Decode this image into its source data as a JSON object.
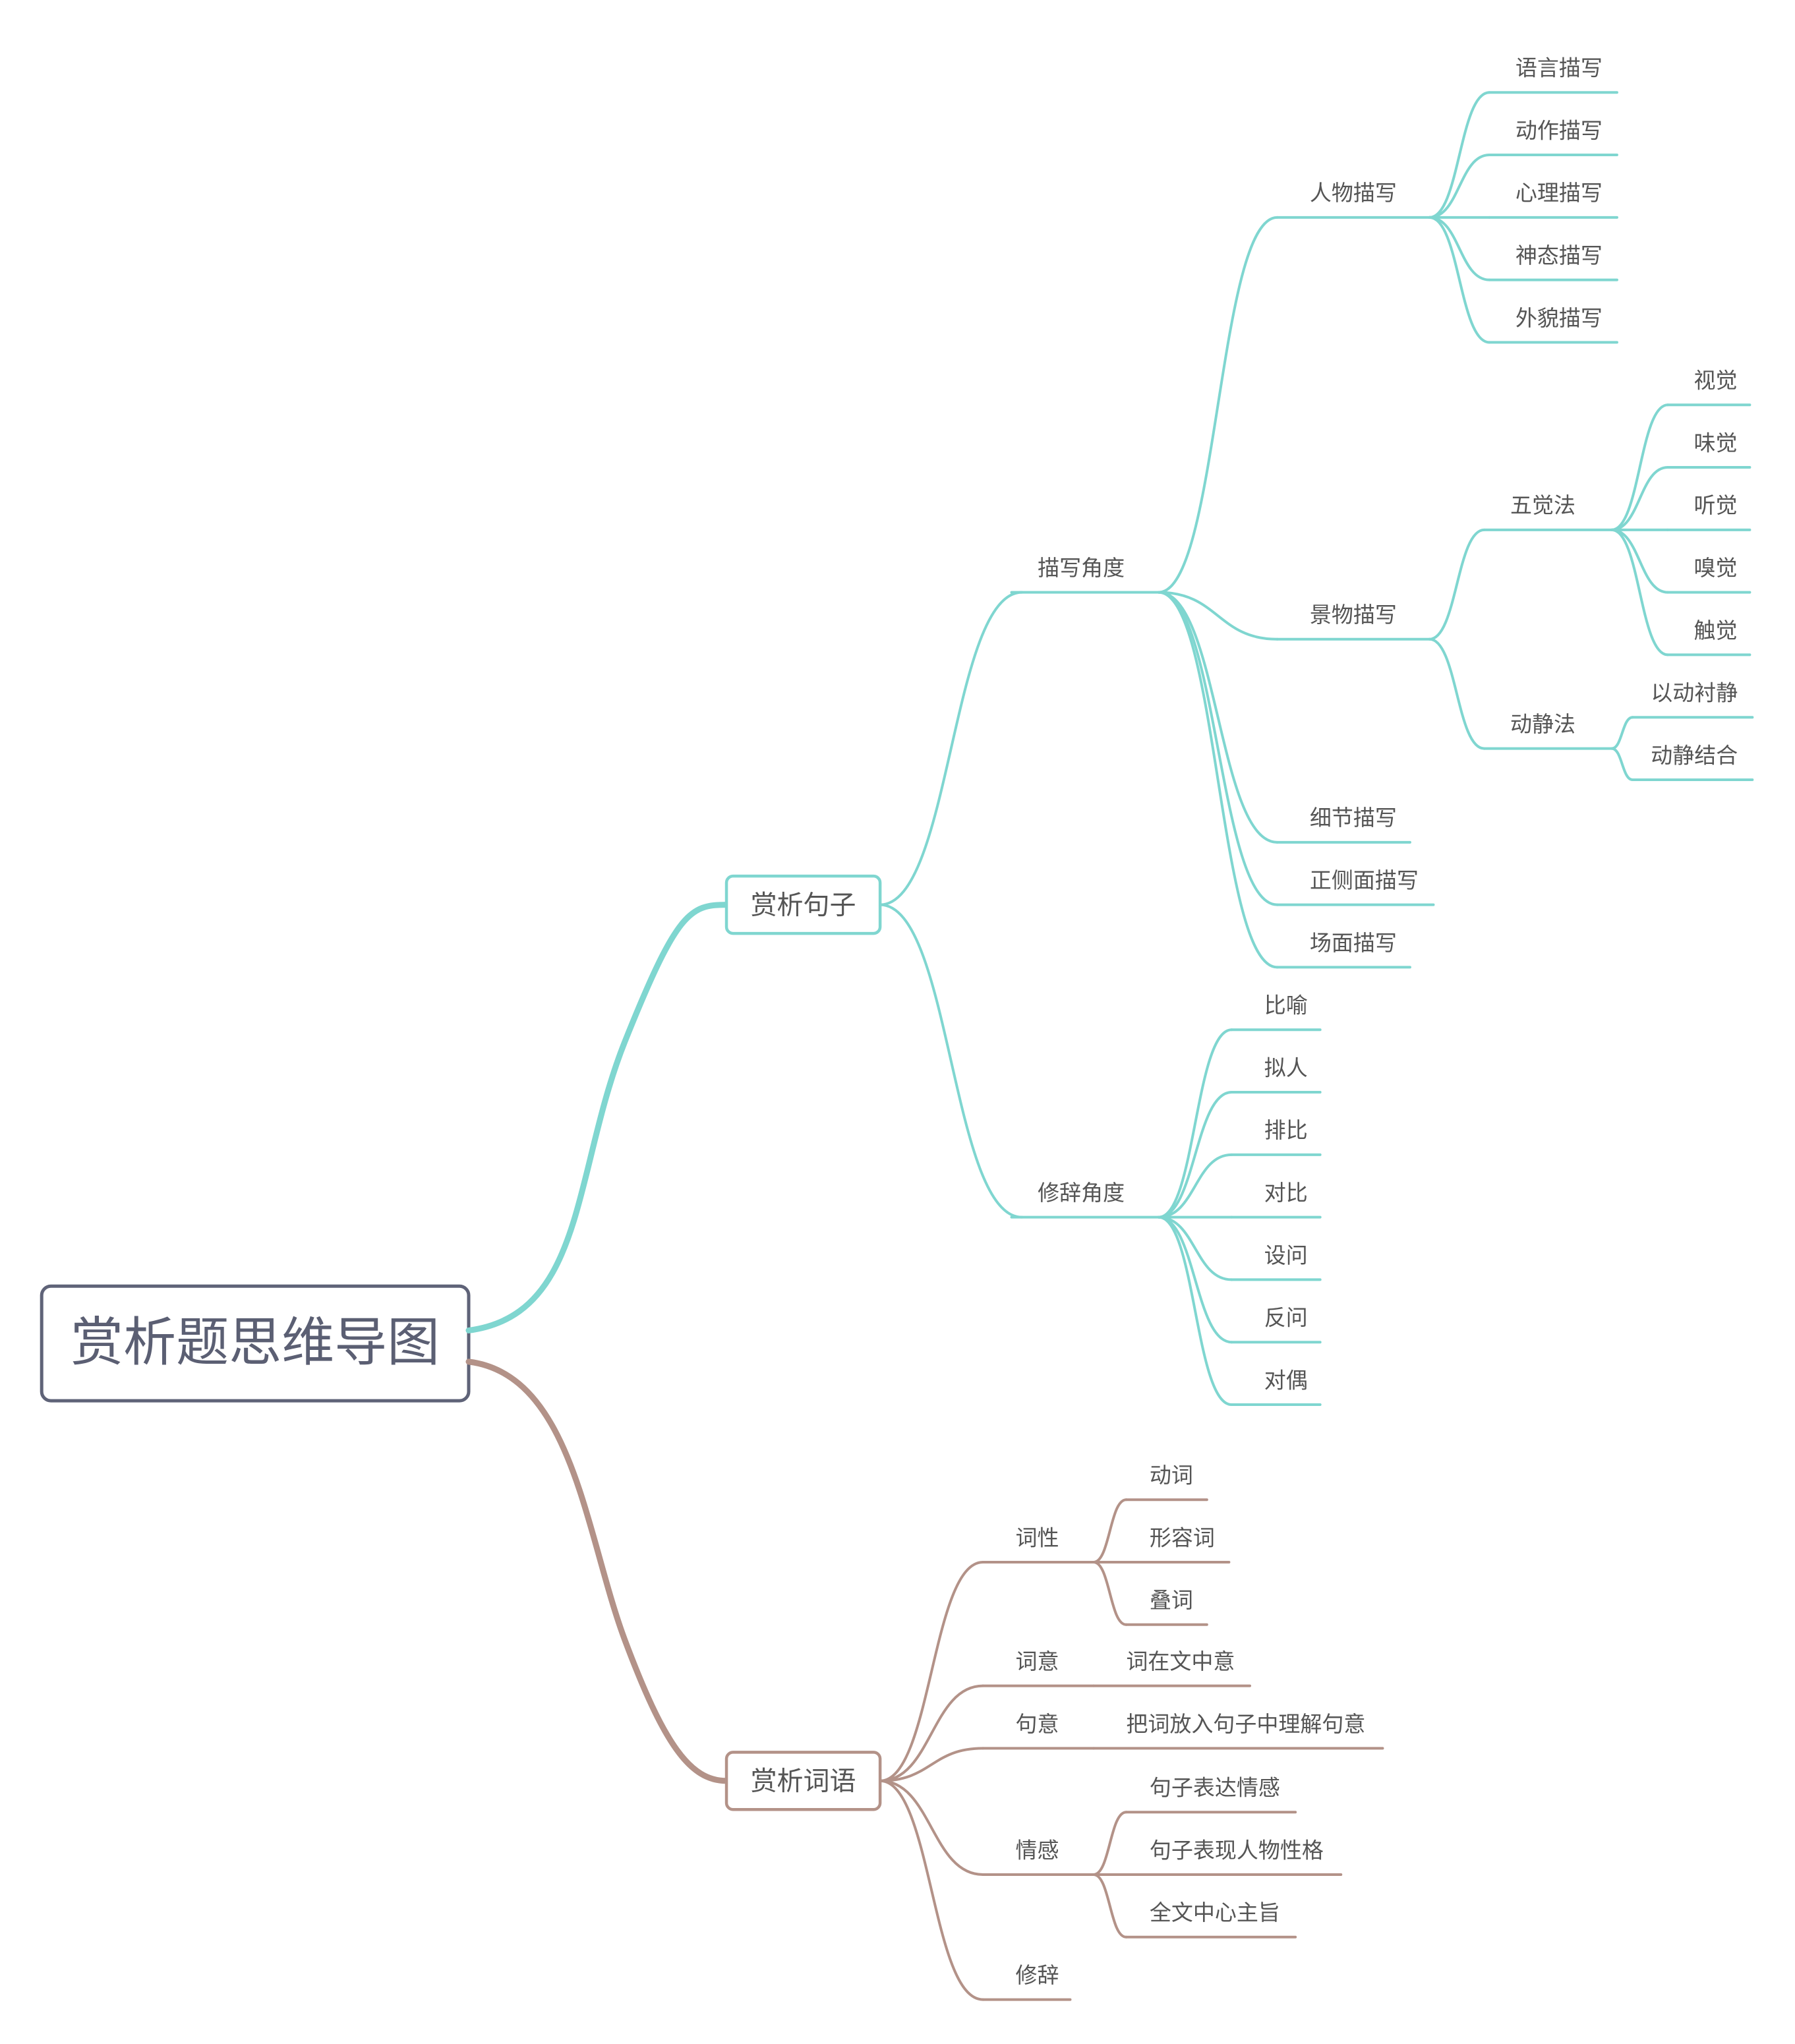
{
  "root": {
    "label": "赏析题思维导图",
    "border_color": "#5f6378"
  },
  "colors": {
    "teal": "#7fd6d0",
    "brown": "#b39288",
    "text": "#555555"
  },
  "branches": [
    {
      "label": "赏析句子",
      "color": "#7fd6d0",
      "children": [
        {
          "label": "描写角度",
          "children": [
            {
              "label": "人物描写",
              "children": [
                {
                  "label": "语言描写"
                },
                {
                  "label": "动作描写"
                },
                {
                  "label": "心理描写"
                },
                {
                  "label": "神态描写"
                },
                {
                  "label": "外貌描写"
                }
              ]
            },
            {
              "label": "景物描写",
              "children": [
                {
                  "label": "五觉法",
                  "children": [
                    {
                      "label": "视觉"
                    },
                    {
                      "label": "味觉"
                    },
                    {
                      "label": "听觉"
                    },
                    {
                      "label": "嗅觉"
                    },
                    {
                      "label": "触觉"
                    }
                  ]
                },
                {
                  "label": "动静法",
                  "children": [
                    {
                      "label": "以动衬静"
                    },
                    {
                      "label": "动静结合"
                    }
                  ]
                }
              ]
            },
            {
              "label": "细节描写"
            },
            {
              "label": "正侧面描写"
            },
            {
              "label": "场面描写"
            }
          ]
        },
        {
          "label": "修辞角度",
          "children": [
            {
              "label": "比喻"
            },
            {
              "label": "拟人"
            },
            {
              "label": "排比"
            },
            {
              "label": "对比"
            },
            {
              "label": "设问"
            },
            {
              "label": "反问"
            },
            {
              "label": "对偶"
            }
          ]
        }
      ]
    },
    {
      "label": "赏析词语",
      "color": "#b39288",
      "children": [
        {
          "label": "词性",
          "children": [
            {
              "label": "动词"
            },
            {
              "label": "形容词"
            },
            {
              "label": "叠词"
            }
          ]
        },
        {
          "label": "词意",
          "children": [
            {
              "label": "词在文中意"
            }
          ]
        },
        {
          "label": "句意",
          "children": [
            {
              "label": "把词放入句子中理解句意"
            }
          ]
        },
        {
          "label": "情感",
          "children": [
            {
              "label": "句子表达情感"
            },
            {
              "label": "句子表现人物性格"
            },
            {
              "label": "全文中心主旨"
            }
          ]
        },
        {
          "label": "修辞"
        }
      ]
    }
  ]
}
